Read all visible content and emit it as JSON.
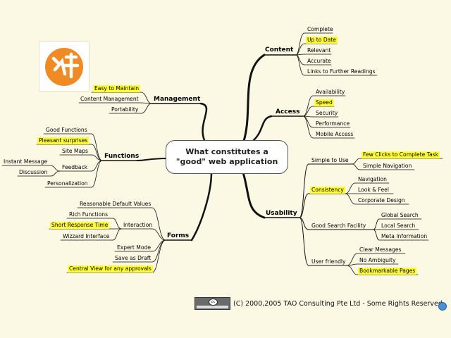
{
  "center": {
    "line1": "What constitutes a",
    "line2": "\"good\" web application"
  },
  "branches": {
    "content": {
      "title": "Content",
      "items": [
        "Complete",
        "Up to Date",
        "Relevant",
        "Accurate",
        "Links to Further Readings"
      ]
    },
    "access": {
      "title": "Access",
      "items": [
        "Availability",
        "Speed",
        "Security",
        "Performance",
        "Mobile Access"
      ]
    },
    "usability": {
      "title": "Usability",
      "simple": {
        "label": "Simple to Use",
        "items": [
          "Few Clicks to Complete Task",
          "Simple Navigation"
        ]
      },
      "consistency": {
        "label": "Consistency",
        "items": [
          "Navigation",
          "Look & Feel",
          "Corporate Design"
        ]
      },
      "search": {
        "label": "Good Search Facility",
        "items": [
          "Global Search",
          "Local Search",
          "Meta Information"
        ]
      },
      "friendly": {
        "label": "User friendly",
        "items": [
          "Clear Messages",
          "No Ambiguity",
          "Bookmarkable Pages"
        ]
      }
    },
    "management": {
      "title": "Management",
      "items": [
        "Easy to Maintain",
        "Content Management",
        "Portability"
      ]
    },
    "functions": {
      "title": "Functions",
      "items": [
        "Good Functions",
        "Pleasant surprises",
        "Site Maps"
      ],
      "feedback": {
        "label": "Feedback",
        "items": [
          "Instant Message",
          "Discussion"
        ]
      },
      "personalization": "Personalization"
    },
    "forms": {
      "title": "Forms",
      "defaults": "Reasonable Default Values",
      "interaction": {
        "label": "Interaction",
        "items": [
          "Rich Functions",
          "Short Response Time",
          "Wizzard Interface"
        ]
      },
      "items": [
        "Expert Mode",
        "Save as Draft",
        "Central View for any approvals"
      ]
    }
  },
  "footer": {
    "copyright": "(C) 2000,2005 TAO Consulting Pte Ltd - Some Rights Reserved",
    "badge_glyph": "cc"
  },
  "colors": {
    "background": "#fbf8e4",
    "highlight": "#ffff33",
    "branch": "#000000",
    "logo_orange": "#f08a24"
  }
}
